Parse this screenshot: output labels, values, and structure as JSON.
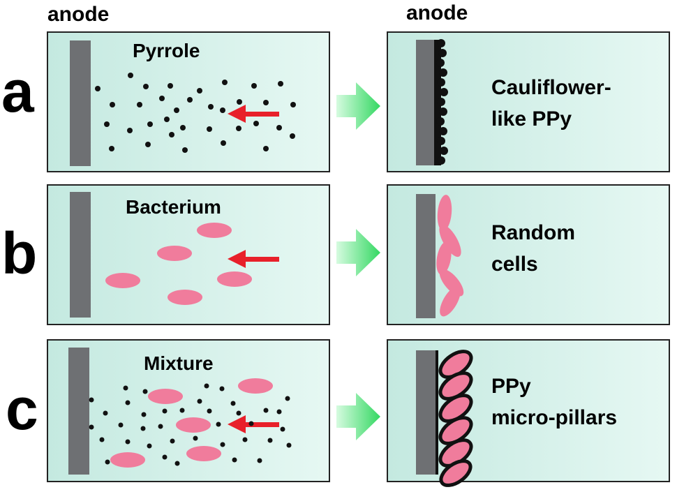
{
  "headers": {
    "left_anode": "anode",
    "right_anode": "anode"
  },
  "rows": [
    {
      "letter": "a",
      "input_label": "Pyrrole",
      "result_lines": [
        "Cauliflower-",
        "like PPy"
      ]
    },
    {
      "letter": "b",
      "input_label": "Bacterium",
      "result_lines": [
        "Random",
        "cells"
      ]
    },
    {
      "letter": "c",
      "input_label": "Mixture",
      "result_lines": [
        "PPy",
        "micro-pillars"
      ]
    }
  ],
  "colors": {
    "panel_fill": "#c9ebe3",
    "panel_fill_light": "#eafaf6",
    "electrode": "#6e7073",
    "particle": "#111111",
    "cell": "#f07c9c",
    "arrow_red": "#e8202a",
    "arrow_green": "#4fe07a"
  }
}
